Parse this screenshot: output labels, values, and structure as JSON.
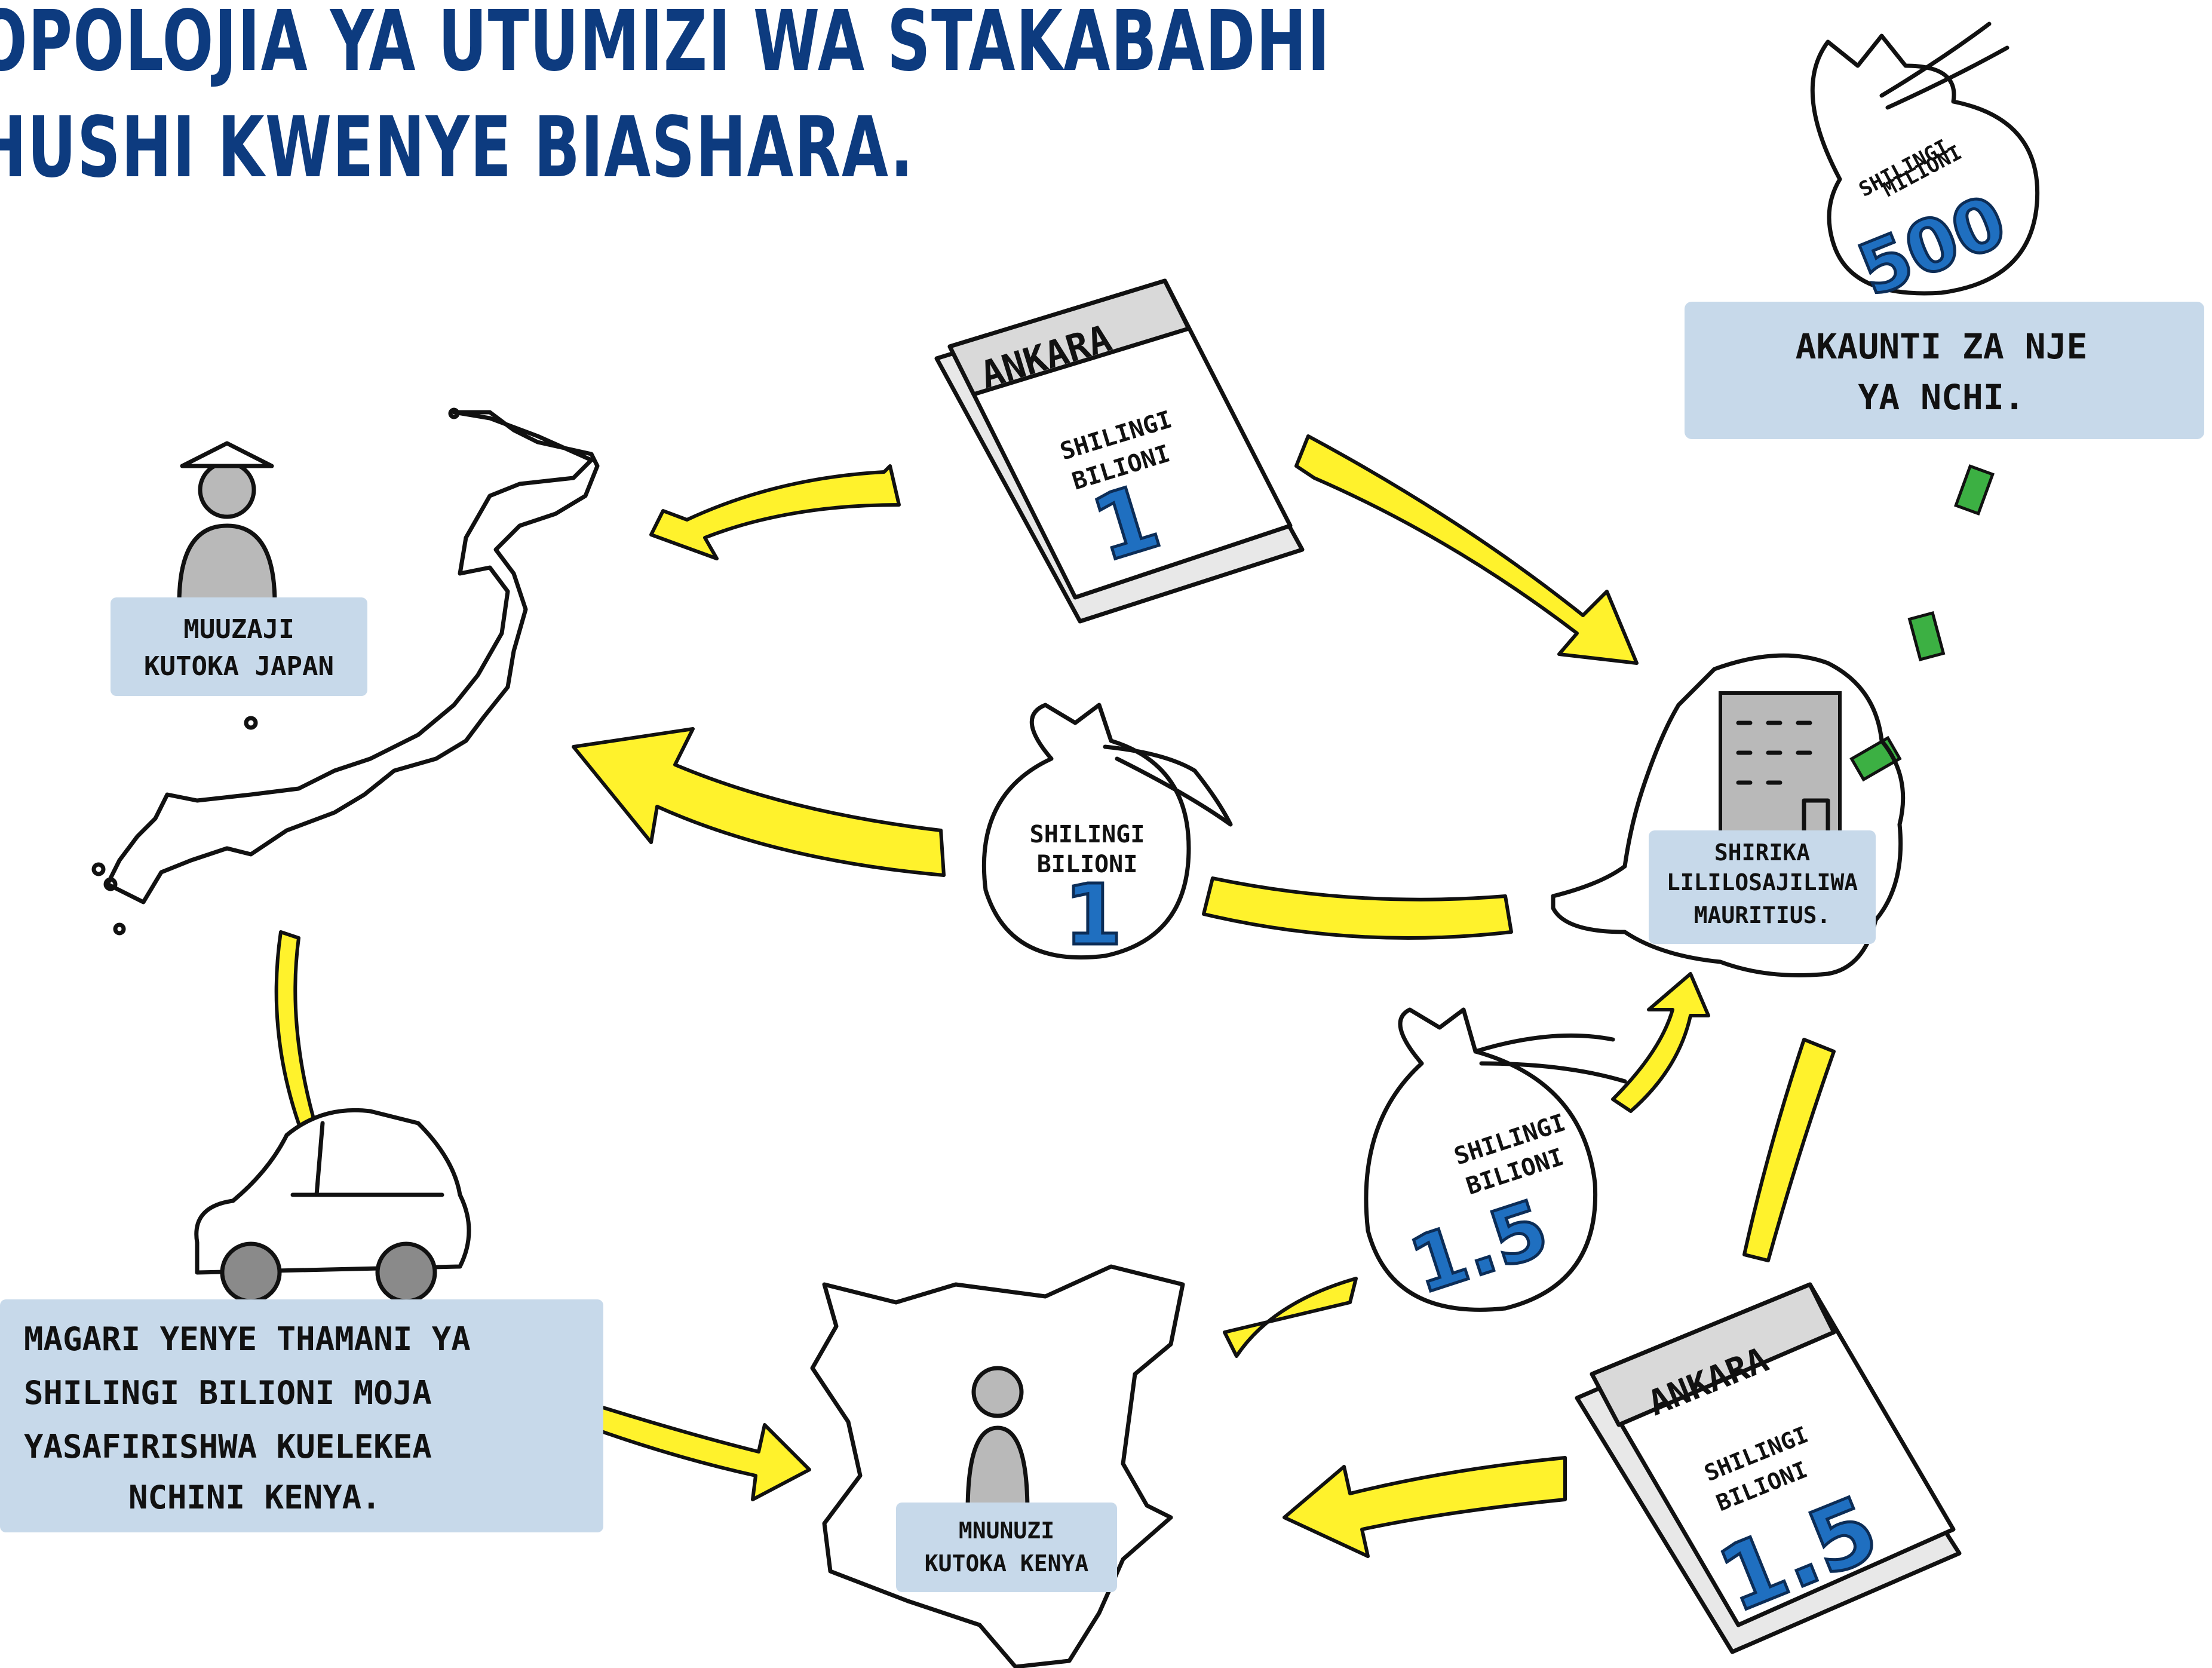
{
  "title": {
    "line1": "OPOLOJIA YA UTUMIZI WA STAKABADHI",
    "line2": "HUSHI KWENYE BIASHARA."
  },
  "seller": {
    "line1": "MUUZAJI",
    "line2": "KUTOKA JAPAN"
  },
  "invoice_top": {
    "heading": "ANKARA",
    "line1": "SHILINGI",
    "line2": "BILIONI",
    "amount": "1"
  },
  "bag_middle": {
    "line1": "SHILINGI",
    "line2": "BILIONI",
    "amount": "1"
  },
  "bag_top_right": {
    "line1": "SHILINGI",
    "line2": "MILIONI",
    "amount": "500"
  },
  "foreign_accounts": {
    "line1": "AKAUNTI ZA NJE",
    "line2": "YA NCHI."
  },
  "mauritius_company": {
    "line1": "SHIRIKA",
    "line2": "LILILOSAJILIWA",
    "line3": "MAURITIUS."
  },
  "bag_lower": {
    "line1": "SHILINGI",
    "line2": "BILIONI",
    "amount": "1.5"
  },
  "cars_note": {
    "line1": "MAGARI YENYE THAMANI YA",
    "line2": "SHILINGI BILIONI MOJA",
    "line3": "YASAFIRISHWA KUELEKEA",
    "line4": "NCHINI KENYA."
  },
  "buyer": {
    "line1": "MNUNUZI",
    "line2": "KUTOKA KENYA"
  },
  "invoice_bottom": {
    "heading": "ANKARA",
    "line1": "SHILINGI",
    "line2": "BILIONI",
    "amount": "1.5"
  },
  "colors": {
    "title": "#0d3b7f",
    "arrow": "#fff22c",
    "label_box": "#c7d9ea",
    "amount": "#1f6fc0",
    "cash": "#3cb043"
  },
  "icons": [
    "japan-map-icon",
    "kenya-map-icon",
    "mauritius-map-icon",
    "car-icon",
    "person-icon",
    "money-bag-icon",
    "invoice-icon",
    "office-building-icon",
    "cash-note-icon"
  ]
}
